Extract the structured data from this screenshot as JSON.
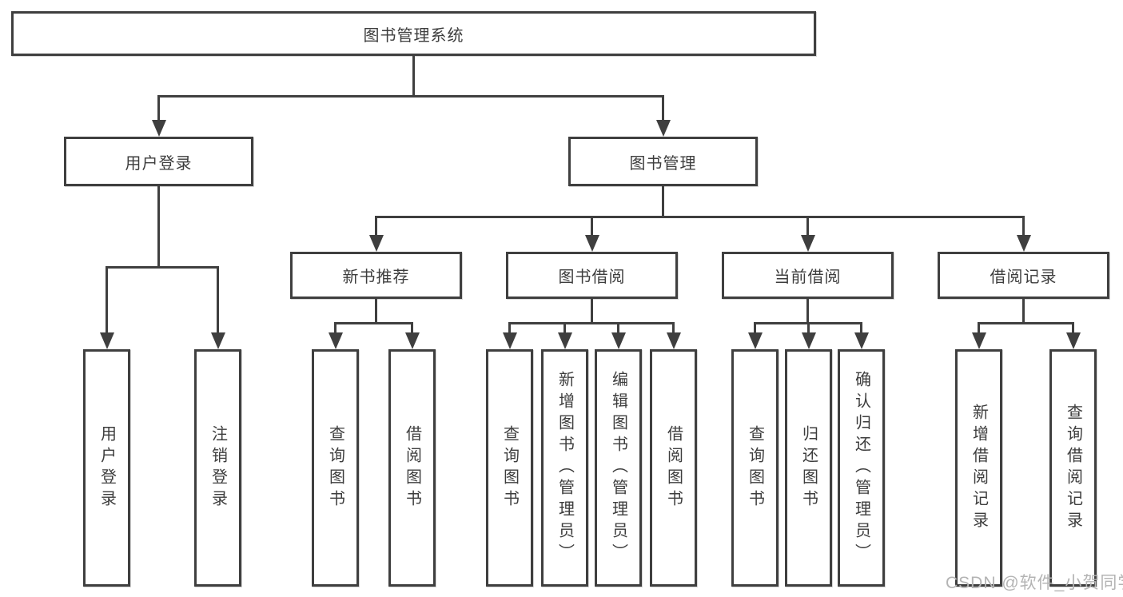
{
  "diagram": {
    "type": "hierarchy-tree",
    "tree": {
      "label": "图书管理系统",
      "children": [
        {
          "label": "用户登录",
          "children": [
            {
              "label": "用户登录"
            },
            {
              "label": "注销登录"
            }
          ]
        },
        {
          "label": "图书管理",
          "children": [
            {
              "label": "新书推荐",
              "children": [
                {
                  "label": "查询图书"
                },
                {
                  "label": "借阅图书"
                }
              ]
            },
            {
              "label": "图书借阅",
              "children": [
                {
                  "label": "查询图书"
                },
                {
                  "label": "新增图书（管理员）"
                },
                {
                  "label": "编辑图书（管理员）"
                },
                {
                  "label": "借阅图书"
                }
              ]
            },
            {
              "label": "当前借阅",
              "children": [
                {
                  "label": "查询图书"
                },
                {
                  "label": "归还图书"
                },
                {
                  "label": "确认归还（管理员）"
                }
              ]
            },
            {
              "label": "借阅记录",
              "children": [
                {
                  "label": "新增借阅记录"
                },
                {
                  "label": "查询借阅记录"
                }
              ]
            }
          ]
        }
      ]
    },
    "colors": {
      "line": "#3f3f3f",
      "text": "#3d3d3d",
      "node_fill": "#ffffff",
      "background": "#ffffff",
      "watermark": "#b4b4b4"
    }
  },
  "watermark": {
    "text": "CSDN @软件_小贺同学"
  }
}
